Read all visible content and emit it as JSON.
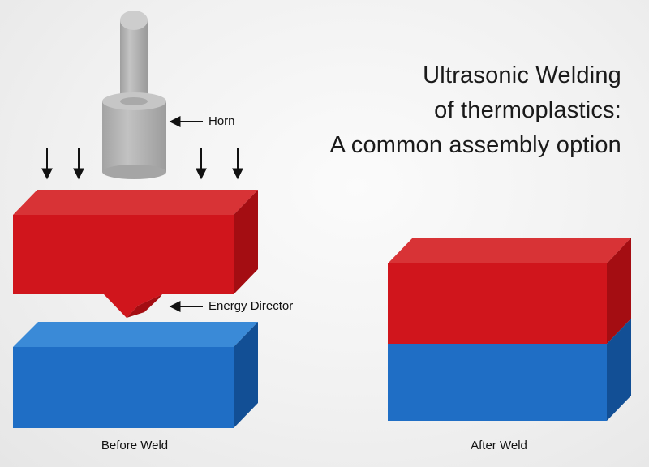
{
  "title": {
    "line1": "Ultrasonic Welding",
    "line2": "of thermoplastics:",
    "line3": "A common assembly option"
  },
  "labels": {
    "horn": "Horn",
    "energy_director": "Energy Director"
  },
  "captions": {
    "before": "Before Weld",
    "after": "After Weld"
  },
  "colors": {
    "red_front": "#d0151c",
    "red_top": "#d93437",
    "red_side": "#a40d12",
    "blue_front": "#1f6ec5",
    "blue_top": "#3b8bd8",
    "blue_side": "#124f95",
    "horn_light": "#bdbdbd",
    "horn_mid": "#a9a9a9",
    "horn_top": "#c9c9c9",
    "arrow": "#111111"
  }
}
